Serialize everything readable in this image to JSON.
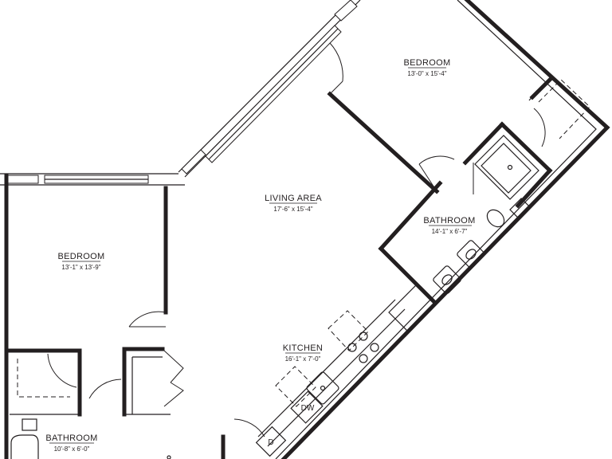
{
  "rooms": [
    {
      "id": "bedroom_top",
      "name": "BEDROOM",
      "dims": "13'-0\" x 15'-4\""
    },
    {
      "id": "living_area",
      "name": "LIVING AREA",
      "dims": "17'-6\" x 15'-4\""
    },
    {
      "id": "bathroom_right",
      "name": "BATHROOM",
      "dims": "14'-1\" x 6'-7\""
    },
    {
      "id": "bedroom_left",
      "name": "BEDROOM",
      "dims": "13'-1\" x 13'-9\""
    },
    {
      "id": "kitchen",
      "name": "KITCHEN",
      "dims": "16'-1\" x 7'-0\""
    },
    {
      "id": "bathroom_left",
      "name": "BATHROOM",
      "dims": "10'-8\" x 6'-0\""
    }
  ],
  "appliances": {
    "dishwasher": "DW",
    "dryer": "D"
  }
}
